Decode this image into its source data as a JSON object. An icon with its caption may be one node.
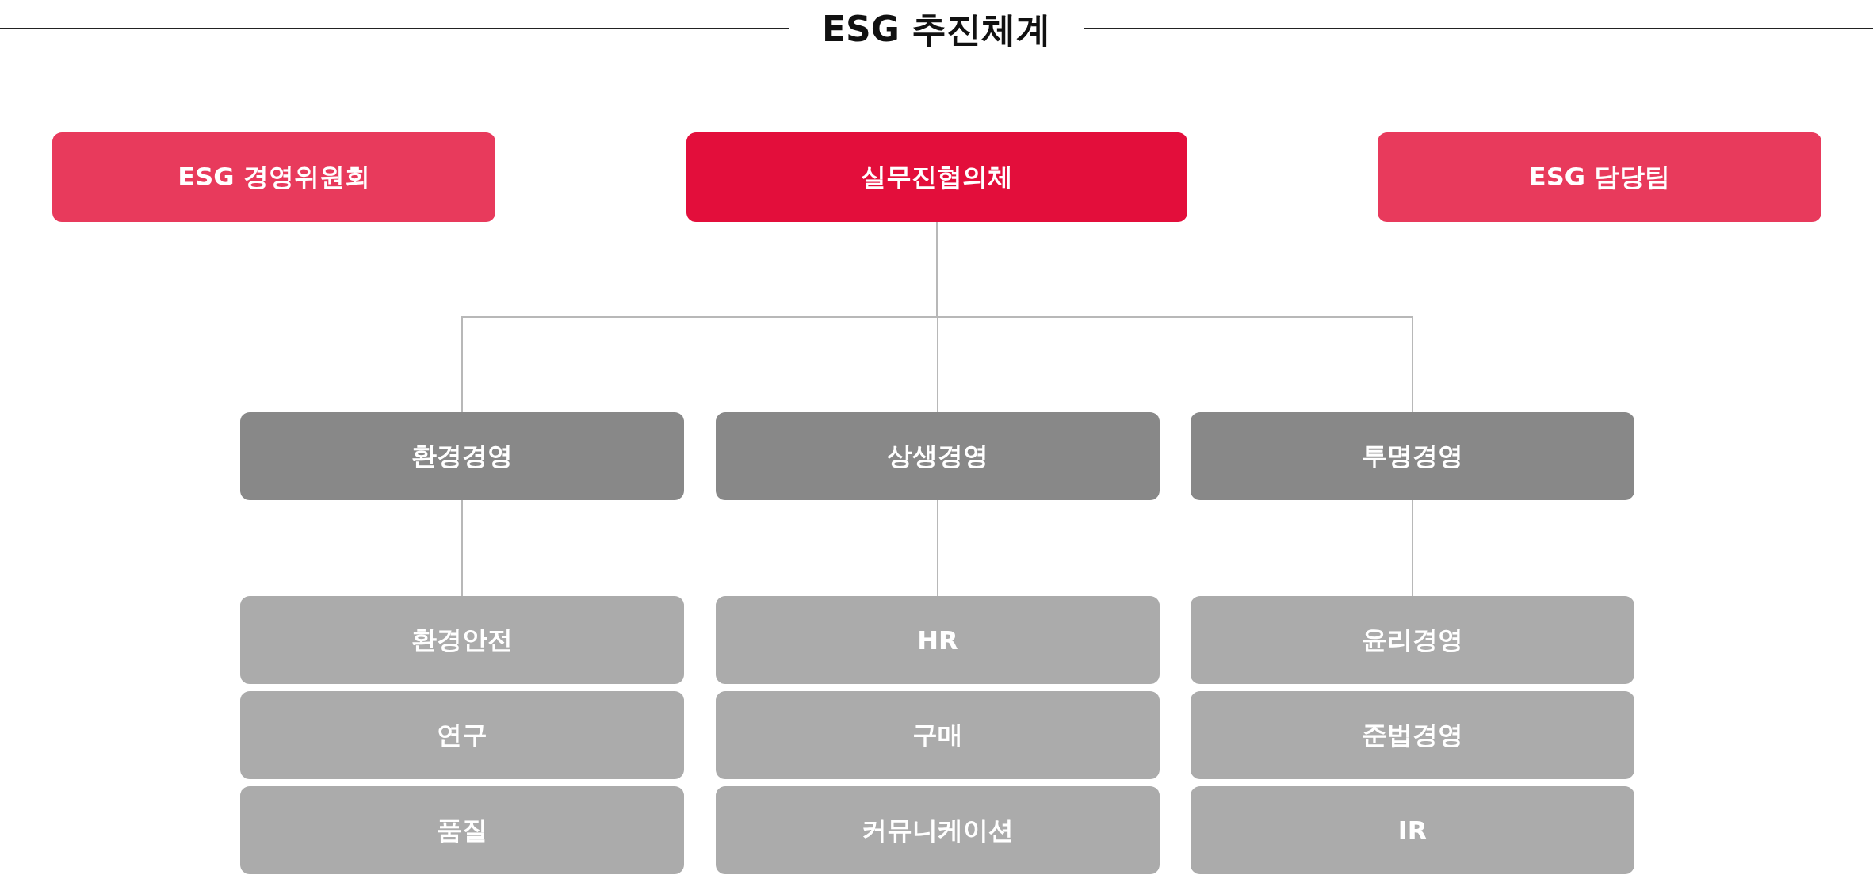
{
  "diagram": {
    "title": "ESG 추진체계",
    "nodes": [
      {
        "text": [
          "ESG 경영위원회"
        ]
      },
      {
        "text": [
          "실무진협의체"
        ]
      },
      {
        "text": [
          "ESG 담당팀"
        ]
      },
      {
        "text": [
          "환경경영"
        ]
      },
      {
        "text": [
          "상생경영"
        ]
      },
      {
        "text": [
          "투명경영"
        ]
      },
      {
        "text": [
          "환경안전"
        ]
      },
      {
        "text": [
          "연구"
        ]
      },
      {
        "text": [
          "품질"
        ]
      },
      {
        "text": [
          "HR"
        ]
      },
      {
        "text": [
          "구매"
        ]
      },
      {
        "text": [
          "커뮤니케이션"
        ]
      },
      {
        "text": [
          "윤리경영"
        ]
      },
      {
        "text": [
          "준법경영"
        ]
      },
      {
        "text": [
          "IR"
        ]
      }
    ],
    "edges": [
      {
        "from": 1,
        "to": 3,
        "arrow": "none"
      },
      {
        "from": 1,
        "to": 4,
        "arrow": "none"
      },
      {
        "from": 1,
        "to": 5,
        "arrow": "none"
      },
      {
        "from": 3,
        "to": 6,
        "arrow": "none"
      },
      {
        "from": 4,
        "to": 9,
        "arrow": "none"
      },
      {
        "from": 5,
        "to": 12,
        "arrow": "none"
      }
    ]
  }
}
